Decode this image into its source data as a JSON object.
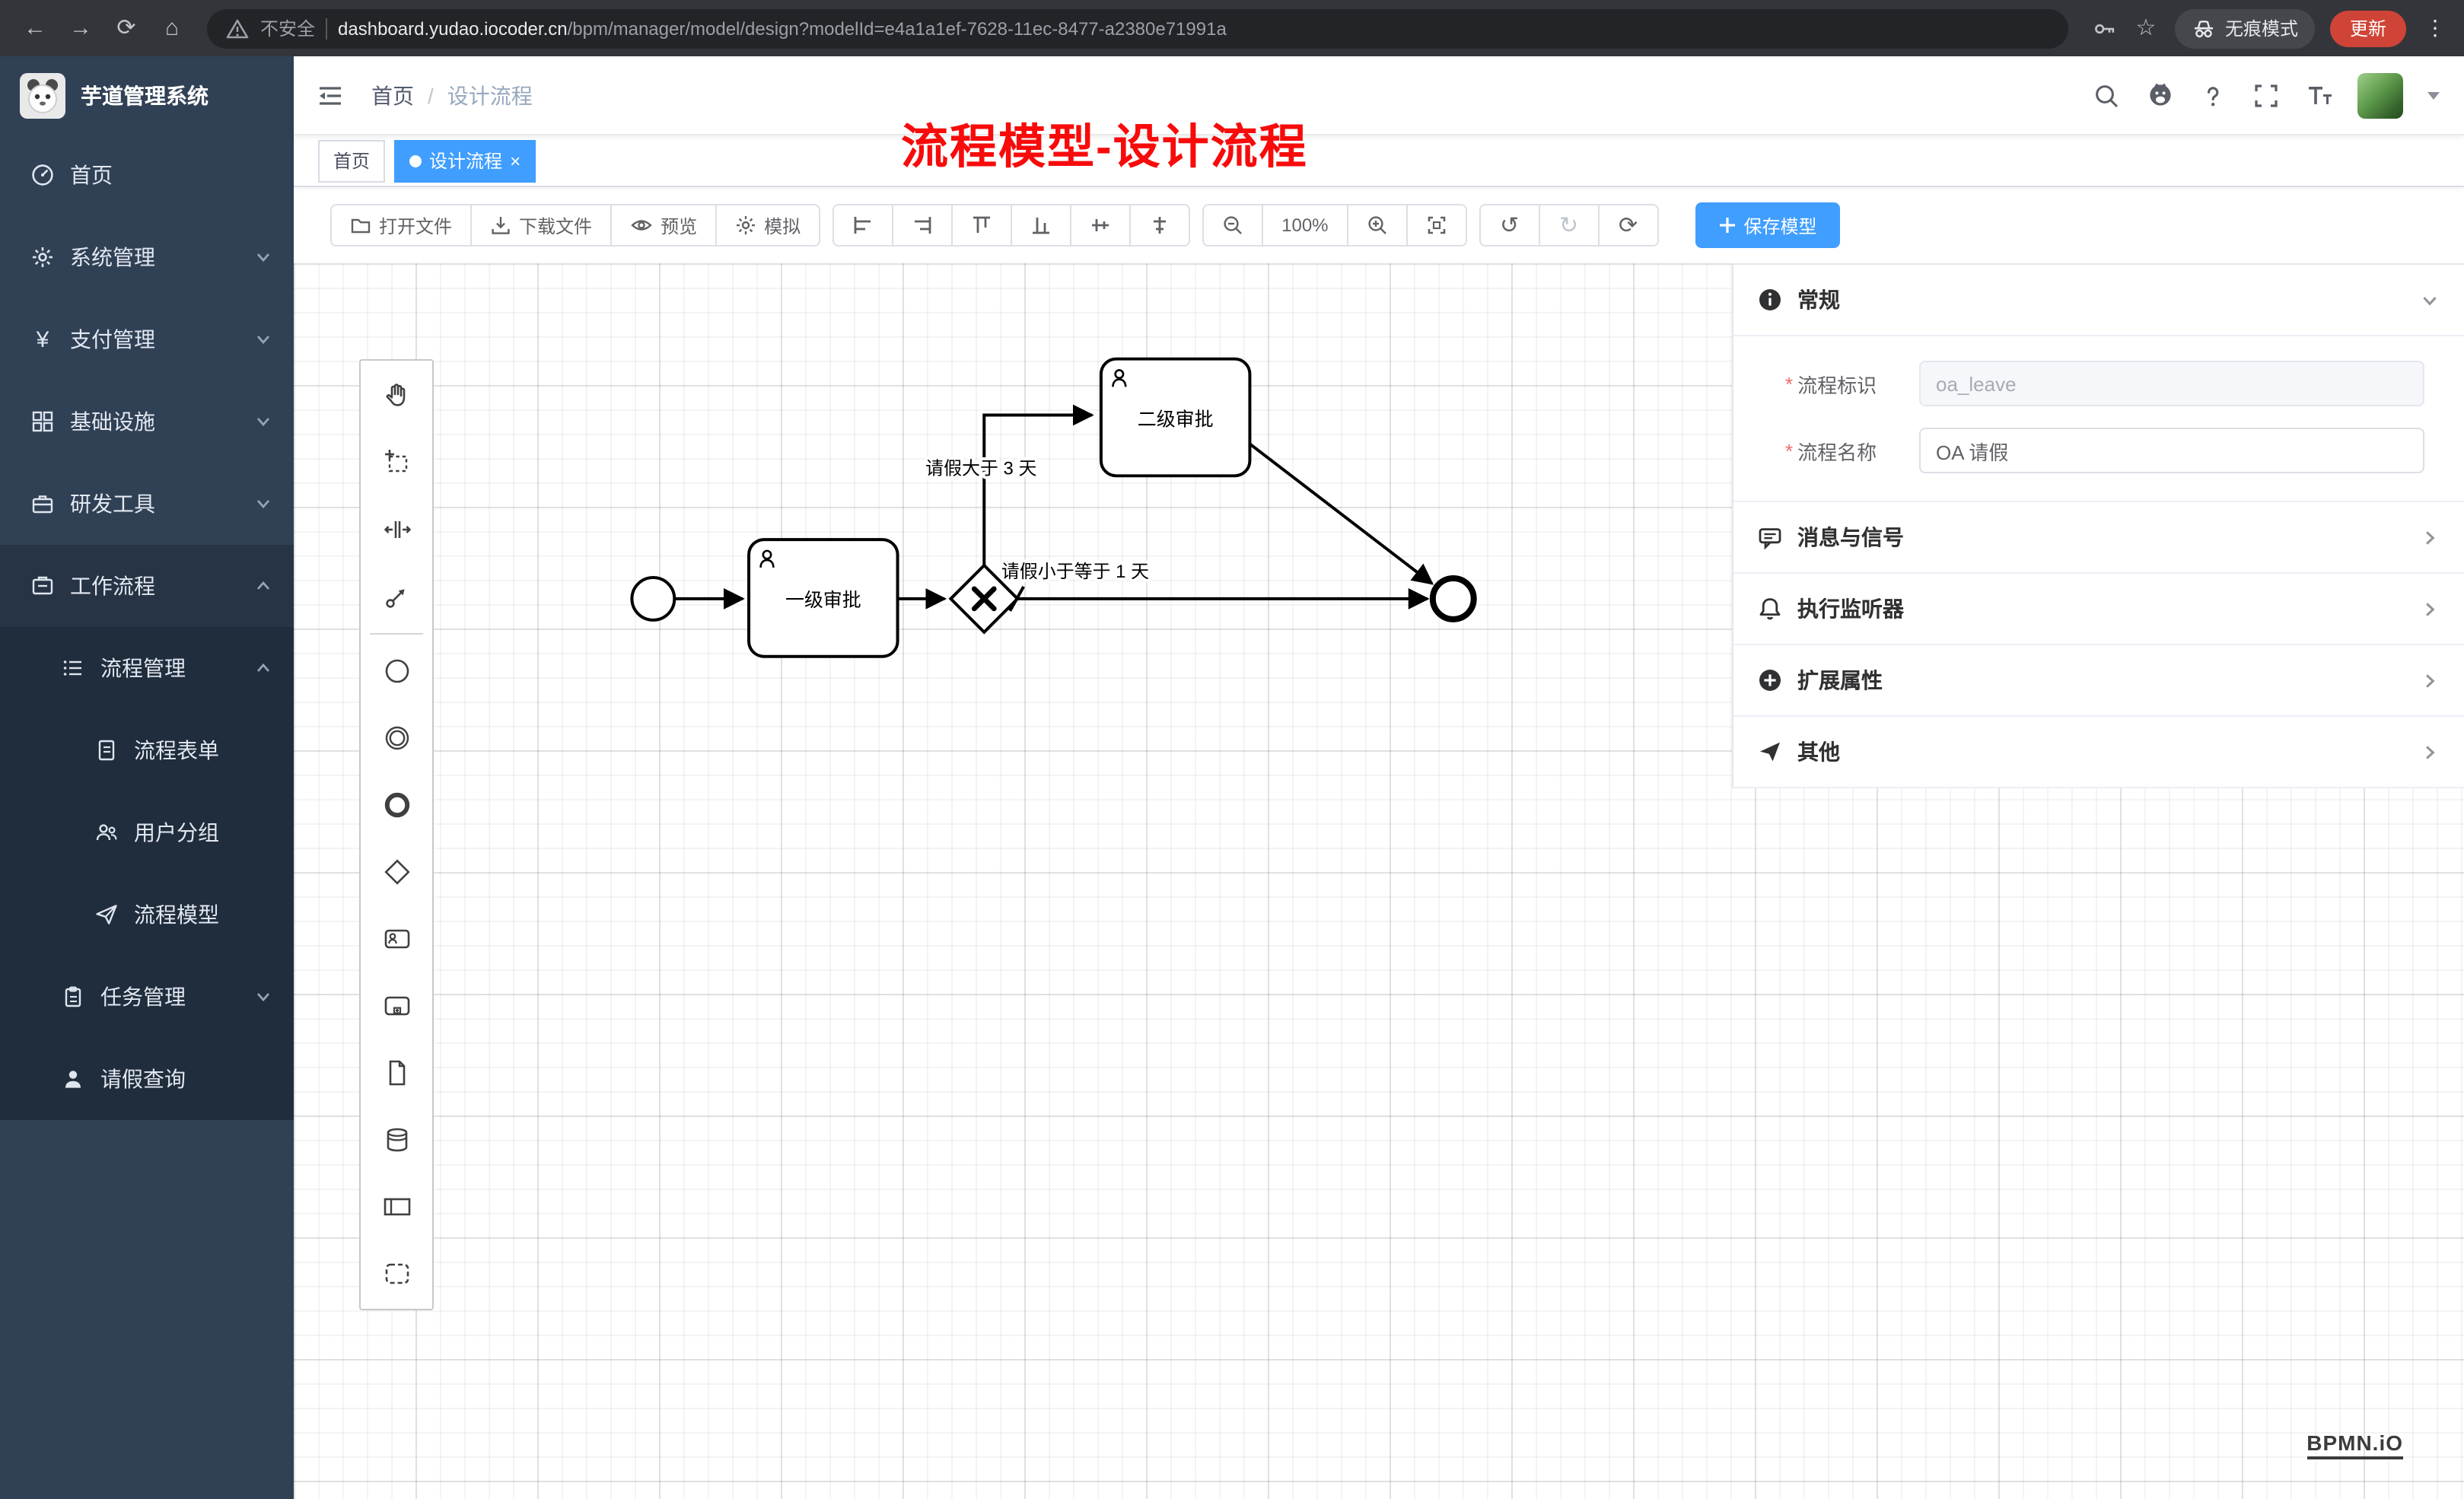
{
  "browser": {
    "security_label": "不安全",
    "url_host": "dashboard.yudao.iocoder.cn",
    "url_path": "/bpm/manager/model/design?modelId=e4a1a1ef-7628-11ec-8477-a2380e71991a",
    "incognito_label": "无痕模式",
    "update_label": "更新"
  },
  "icons": {
    "back": "←",
    "forward": "→",
    "reload": "⟳",
    "home": "⌂",
    "star": "☆",
    "menu": "⋮",
    "undo": "↺",
    "redo": "↻",
    "restart": "⟳",
    "close": "×",
    "slash": "/",
    "currency": "¥"
  },
  "sidebar": {
    "app_title": "芋道管理系统",
    "items": [
      {
        "label": "首页"
      },
      {
        "label": "系统管理"
      },
      {
        "label": "支付管理"
      },
      {
        "label": "基础设施"
      },
      {
        "label": "研发工具"
      },
      {
        "label": "工作流程"
      },
      {
        "label": "流程管理"
      },
      {
        "label": "流程表单"
      },
      {
        "label": "用户分组"
      },
      {
        "label": "流程模型"
      },
      {
        "label": "任务管理"
      },
      {
        "label": "请假查询"
      }
    ]
  },
  "header": {
    "breadcrumb_root": "首页",
    "breadcrumb_current": "设计流程",
    "annotation": "流程模型-设计流程"
  },
  "tabs": [
    {
      "label": "首页"
    },
    {
      "label": "设计流程"
    }
  ],
  "toolbar": {
    "open": "打开文件",
    "download": "下载文件",
    "preview": "预览",
    "simulate": "模拟",
    "zoom": "100%",
    "save": "保存模型"
  },
  "diagram": {
    "task1": "一级审批",
    "task2": "二级审批",
    "cond_gt": "请假大于 3 天",
    "cond_le": "请假小于等于 1 天",
    "watermark": "BPMN.iO"
  },
  "panel": {
    "required": "*",
    "general": "常规",
    "key_label": "流程标识",
    "key_value": "oa_leave",
    "name_label": "流程名称",
    "name_value": "OA 请假",
    "sections": [
      {
        "label": "消息与信号"
      },
      {
        "label": "执行监听器"
      },
      {
        "label": "扩展属性"
      },
      {
        "label": "其他"
      }
    ]
  }
}
